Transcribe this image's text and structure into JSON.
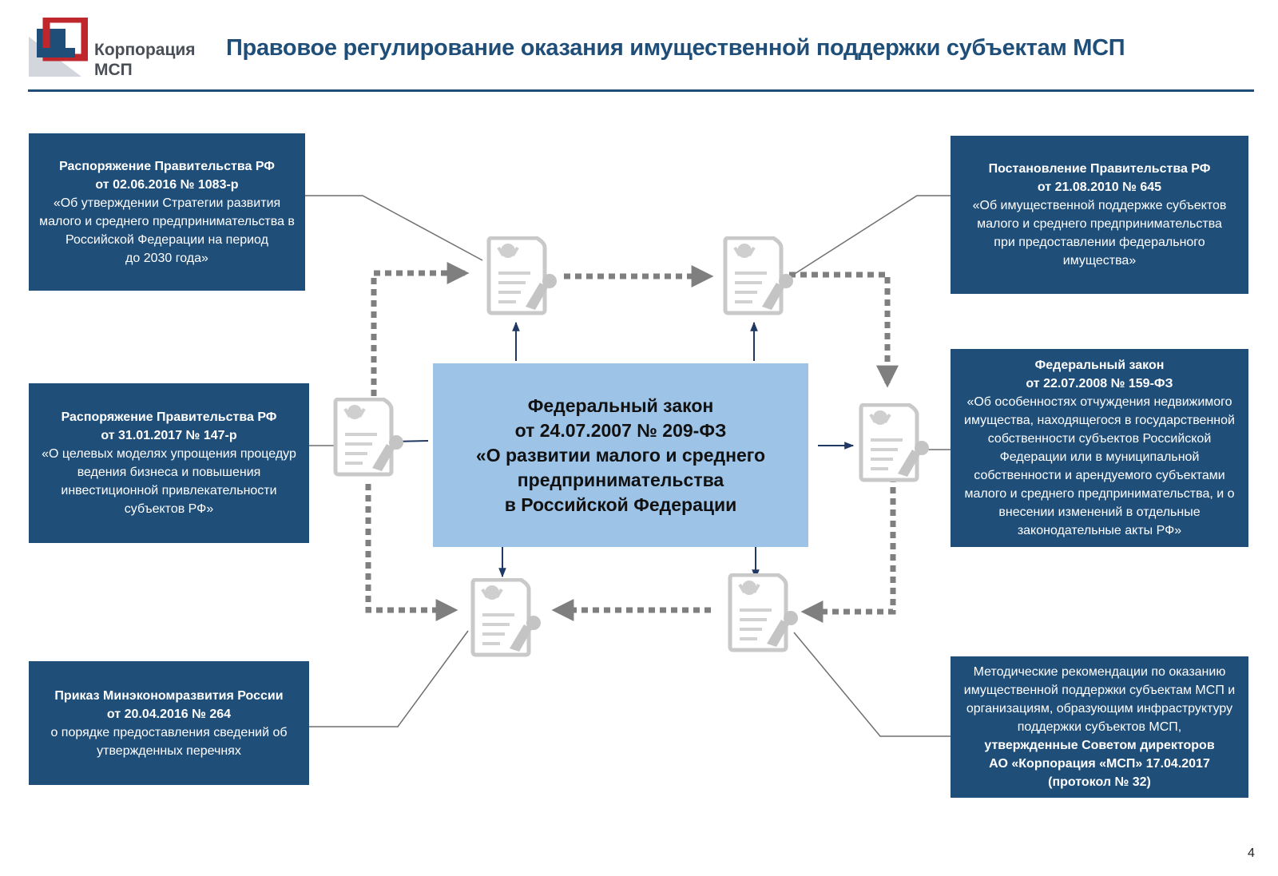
{
  "header": {
    "logo_line1": "Корпорация",
    "logo_line2": "МСП",
    "title": "Правовое регулирование оказания имущественной поддержки субъектам МСП"
  },
  "central": {
    "line1": "Федеральный закон",
    "line2": "от 24.07.2007 № 209-ФЗ",
    "line3": "«О развитии малого и среднего",
    "line4": "предпринимательства",
    "line5": "в Российской Федерации"
  },
  "documents": {
    "top_left": {
      "title": "Распоряжение Правительства РФ",
      "number": "от 02.06.2016 № 1083-р",
      "text": [
        "«Об утверждении Стратегии развития",
        "малого и среднего предпринимательства в",
        "Российской Федерации на период",
        "до 2030 года»"
      ]
    },
    "middle_left": {
      "title": "Распоряжение Правительства РФ",
      "number": "от 31.01.2017 № 147-р",
      "text": [
        "«О целевых моделях упрощения процедур",
        "ведения бизнеса и повышения",
        "инвестиционной привлекательности",
        "субъектов РФ»"
      ]
    },
    "bottom_left": {
      "title": "Приказ Минэкономразвития России",
      "number": "от 20.04.2016 № 264",
      "text": [
        "о порядке предоставления сведений об",
        "утвержденных перечнях"
      ]
    },
    "top_right": {
      "title": "Постановление Правительства РФ",
      "number": "от 21.08.2010 № 645",
      "text": [
        "«Об имущественной поддержке субъектов",
        "малого и среднего предпринимательства",
        "при предоставлении федерального",
        "имущества»"
      ]
    },
    "middle_right": {
      "title": "Федеральный закон",
      "number": "от 22.07.2008 № 159-ФЗ",
      "text": [
        "«Об особенностях отчуждения недвижимого",
        "имущества, находящегося в государственной",
        "собственности субъектов Российской",
        "Федерации или в муниципальной",
        "собственности и арендуемого субъектами",
        "малого и среднего предпринимательства, и о",
        "внесении изменений в отдельные",
        "законодательные акты РФ»"
      ]
    },
    "bottom_right": {
      "text": [
        "Методические рекомендации по оказанию",
        "имущественной поддержки субъектам МСП и",
        "организациям, образующим инфраструктуру",
        "поддержки субъектов МСП,"
      ],
      "bold": [
        "утвержденные Советом директоров",
        "АО «Корпорация «МСП» 17.04.2017",
        "(протокол № 32)"
      ]
    }
  },
  "page_number": "4",
  "colors": {
    "box_fill": "#1f4e79",
    "central_fill": "#9dc3e6",
    "title_color": "#1f4e79",
    "dotted_arrow": "#7f7f7f",
    "icon_gray": "#c9c9c9",
    "logo_red": "#c0272d",
    "logo_blue": "#1f4e79"
  },
  "icons": {
    "document": "document-with-emblem-and-seal-icon",
    "logo": "corporation-msp-logo-icon"
  }
}
